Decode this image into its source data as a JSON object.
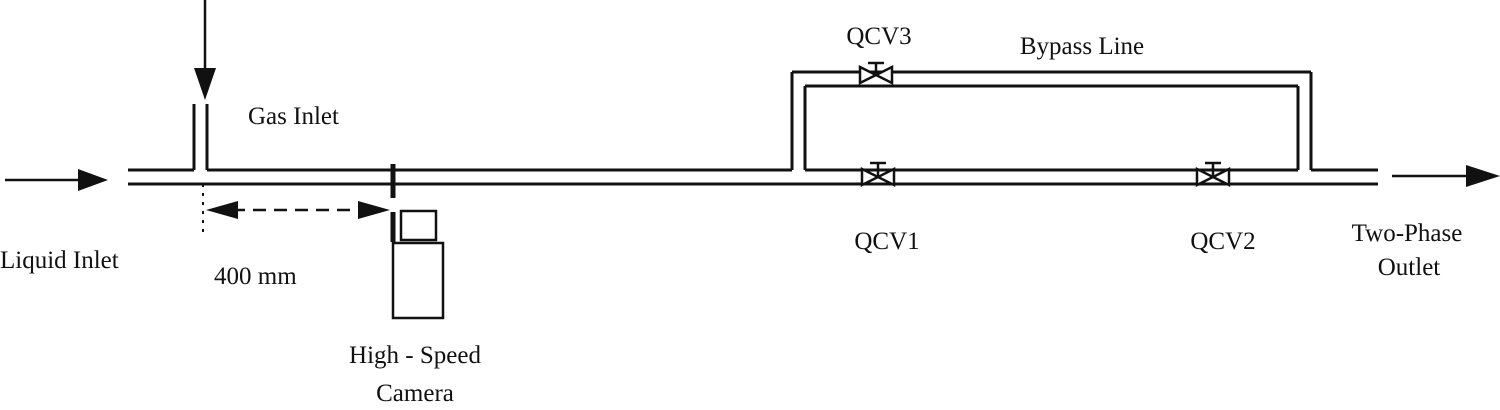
{
  "labels": {
    "gas_inlet": "Gas Inlet",
    "liquid_inlet": "Liquid Inlet",
    "distance": "400 mm",
    "camera_line1": "High - Speed",
    "camera_line2": "Camera",
    "bypass_line": "Bypass Line",
    "qcv1": "QCV1",
    "qcv2": "QCV2",
    "qcv3": "QCV3",
    "outlet_line1": "Two-Phase",
    "outlet_line2": "Outlet"
  },
  "icons": {
    "valve": "gate-valve-icon",
    "camera": "camera-icon",
    "flow_arrow": "arrow-icon"
  },
  "colors": {
    "line": "#111111",
    "background": "#ffffff"
  }
}
